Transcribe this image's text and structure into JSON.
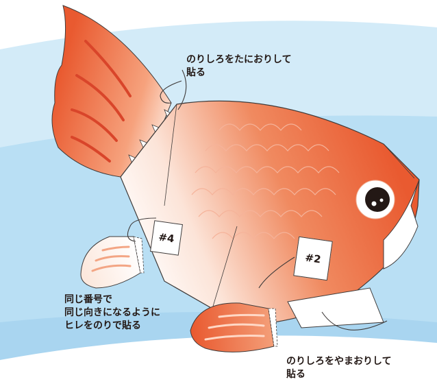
{
  "annotations": {
    "glue_valley_fold": "のりしろをたにおりして\n貼る",
    "fin_instruction": "同じ番号で\n同じ向きになるように\nヒレをのりで貼る",
    "glue_mountain_fold": "のりしろをやまおりして\n貼る"
  },
  "labels": {
    "part_4": "#4",
    "part_2": "#2"
  },
  "colors": {
    "water_light": "#d3ebf8",
    "water_mid": "#a9d5f0",
    "fish_orange": "#e95a30",
    "fish_pale": "#fde6da",
    "outline": "#3e3a39"
  }
}
